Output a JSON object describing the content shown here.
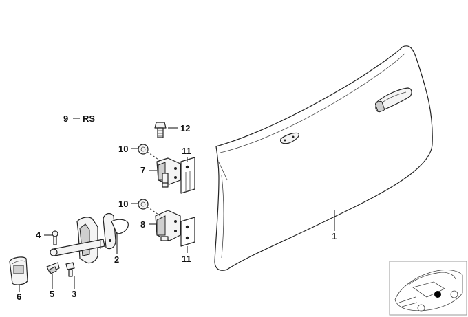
{
  "callouts": {
    "door_shell": "1",
    "door_check": "2",
    "screw_3": "3",
    "screw_4": "4",
    "clip_5": "5",
    "cover_6": "6",
    "upper_hinge": "7",
    "lower_hinge": "8",
    "repair_kit": "9",
    "repair_kit_code": "RS",
    "nut_upper": "10",
    "nut_lower": "10",
    "shim_upper": "11",
    "shim_lower": "11",
    "bolt_12": "12"
  },
  "colors": {
    "line": "#222222",
    "fill": "#f4f4f4",
    "shade": "#cfcfcf",
    "locator_dot": "#000000"
  },
  "icons": [
    "car-locator-thumbnail"
  ]
}
